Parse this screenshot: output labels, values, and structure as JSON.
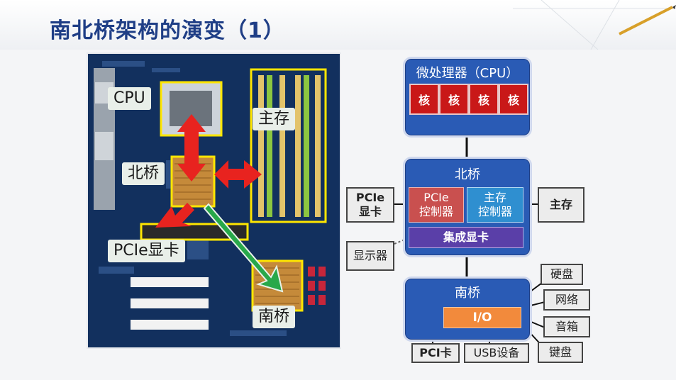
{
  "slide": {
    "title": "南北桥架构的演变（1）"
  },
  "board_labels": {
    "cpu": "CPU",
    "main_memory": "主存",
    "north_bridge": "北桥",
    "pcie_card": "PCIe显卡",
    "south_bridge": "南桥"
  },
  "diagram": {
    "cpu": {
      "title": "微处理器（CPU）",
      "cores": [
        "核",
        "核",
        "核",
        "核"
      ]
    },
    "north_bridge": {
      "title": "北桥",
      "pcie_controller": "PCIe\n控制器",
      "memory_controller": "主存\n控制器",
      "integrated_graphics": "集成显卡"
    },
    "south_bridge": {
      "title": "南桥",
      "io": "I/O"
    },
    "peripherals": {
      "pcie_card": "PCIe\n显卡",
      "main_memory": "主存",
      "display": "显示器",
      "hard_disk": "硬盘",
      "network": "网络",
      "speaker": "音箱",
      "keyboard": "键盘",
      "pci_card": "PCI卡",
      "usb_device": "USB设备"
    }
  },
  "colors": {
    "title": "#1f3e86",
    "block_blue": "#2a5bb5",
    "core_red": "#c91818",
    "pcie_ctrl": "#c9504f",
    "mem_ctrl": "#2f8fd0",
    "integrated_gpu": "#5a3fa8",
    "io_orange": "#f28a3c"
  }
}
